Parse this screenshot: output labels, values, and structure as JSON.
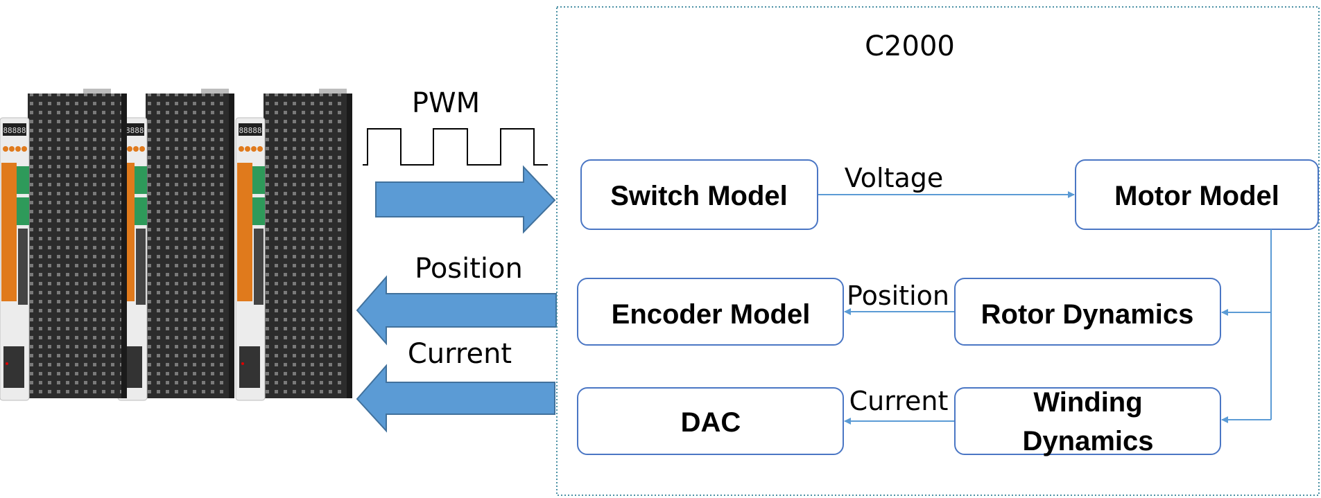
{
  "diagram": {
    "container_title": "C2000",
    "signals": {
      "pwm": "PWM",
      "position": "Position",
      "current": "Current"
    },
    "blocks": {
      "switch_model": "Switch Model",
      "motor_model": "Motor Model",
      "encoder_model": "Encoder Model",
      "rotor_dynamics": "Rotor Dynamics",
      "dac": "DAC",
      "winding_line1": "Winding",
      "winding_line2": "Dynamics"
    },
    "edges": {
      "voltage": "Voltage",
      "position": "Position",
      "current": "Current"
    },
    "drive_units": 3,
    "drive_display_text": "88888"
  },
  "colors": {
    "block_border": "#4a76c4",
    "connector": "#5b9bd5",
    "big_arrow_fill": "#5b9bd5",
    "big_arrow_stroke": "#41719c",
    "container_border": "#4a90a4",
    "drive_face": "#ececec",
    "drive_body": "#2a2a2a",
    "connector_orange": "#e07a1c",
    "connector_green": "#2e9a5a"
  }
}
